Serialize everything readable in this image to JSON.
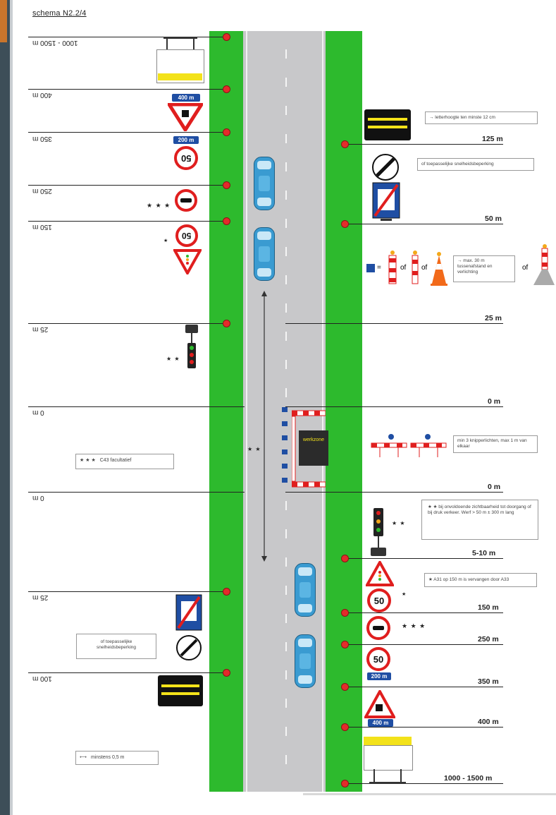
{
  "title": "schema N2.2/4",
  "left_markers": [
    "1000 - 1500 m",
    "400 m",
    "350 m",
    "250 m",
    "150 m",
    "25 m",
    "0 m",
    "0 m",
    "25 m",
    "100 m"
  ],
  "right_markers": [
    "125 m",
    "50 m",
    "25 m",
    "0 m",
    "0 m",
    "5-10 m",
    "150 m",
    "250 m",
    "350 m",
    "400 m",
    "1000 - 1500 m"
  ],
  "notes": {
    "letter_height": "→  letterhoogte ten minste 12 cm",
    "speed_limit_right": "of toepasselijke snelheidsbeperking",
    "spacing": "→  max. 30 m tussenafstand en verlichting",
    "flashers": "min 3 knipperlichten, max 1 m van elkaar",
    "visibility": "★ ★  bij onvoldoende zichtbaarheid tot doorgang of bij druk verkeer. Werf > 50 m ± 300 m lang",
    "a31_note": "★  A31 op 150 m is vervangen door A33",
    "c43_optional": "C43 facultatief",
    "speed_limit_left": "of toepasselijke snelheidsbeperking",
    "min_width": "minstens 0,5 m"
  },
  "labels": {
    "of1": "of",
    "of2": "of",
    "of3": "of",
    "stars3": "★ ★ ★",
    "stars2": "★ ★",
    "stars1": "★",
    "workzone": "werkzone",
    "speed50": "50",
    "plate200": "200 m",
    "plate400": "400 m"
  },
  "colors": {
    "verge_green": "#2dba2d",
    "road_grey": "#c8c8ca",
    "marker_red": "#e42b2b",
    "sign_red": "#e01e1e",
    "sign_blue": "#1f4ea3",
    "panel_yellow": "#f3e21a"
  }
}
